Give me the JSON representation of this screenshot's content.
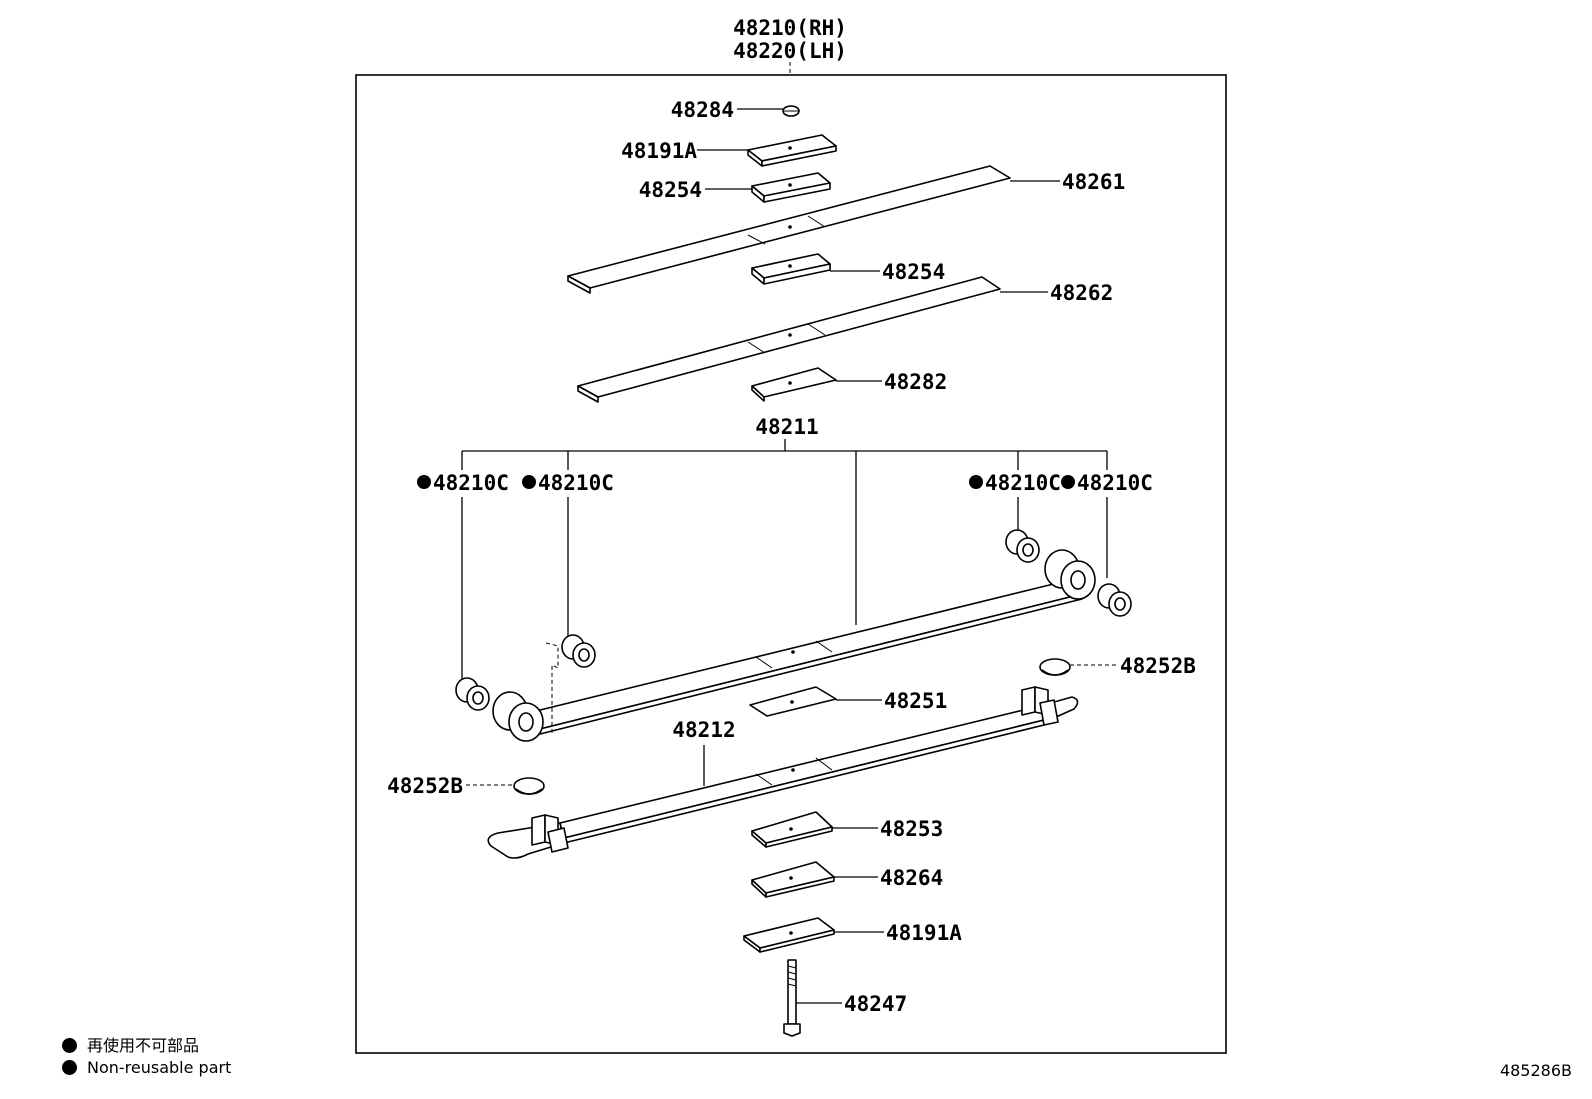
{
  "assembly": {
    "rh": "48210(RH)",
    "lh": "48220(LH)"
  },
  "labels": {
    "p48284": "48284",
    "p48191A_top": "48191A",
    "p48254_top": "48254",
    "p48261": "48261",
    "p48254_mid": "48254",
    "p48262": "48262",
    "p48282": "48282",
    "p48211": "48211",
    "p48210C_1": "48210C",
    "p48210C_2": "48210C",
    "p48210C_3": "48210C",
    "p48210C_4": "48210C",
    "p48252B_right": "48252B",
    "p48251": "48251",
    "p48212": "48212",
    "p48252B_left": "48252B",
    "p48253": "48253",
    "p48264": "48264",
    "p48191A_bottom": "48191A",
    "p48247": "48247"
  },
  "legend": {
    "jp": "再使用不可部品",
    "en": "Non-reusable part"
  },
  "diagram_code": "485286B"
}
